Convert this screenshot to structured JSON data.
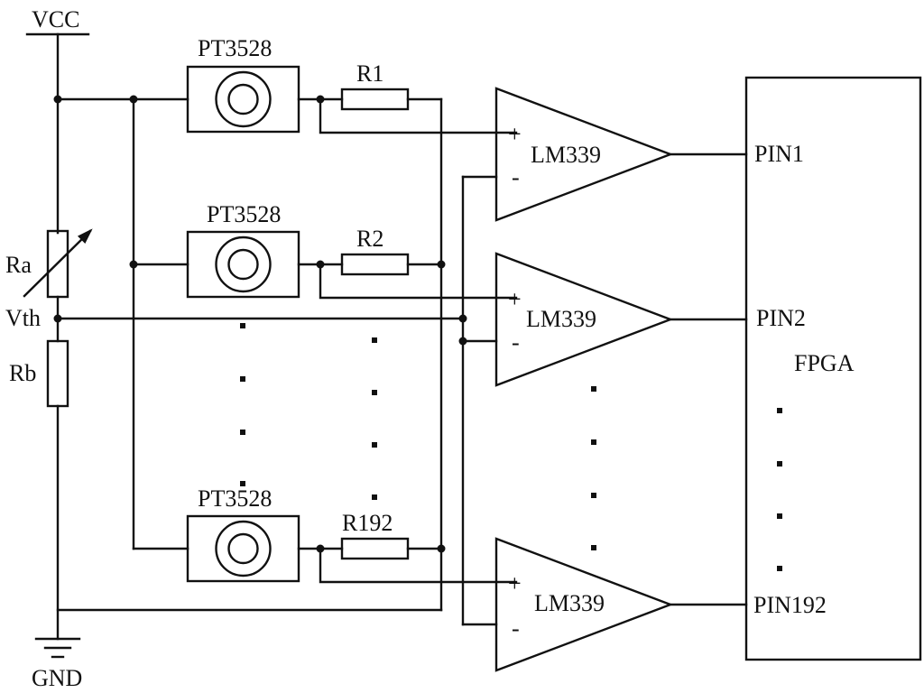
{
  "power": {
    "vcc": "VCC",
    "gnd": "GND"
  },
  "divider": {
    "ra": "Ra",
    "rb": "Rb",
    "vth": "Vth"
  },
  "sensors": [
    {
      "part": "PT3528",
      "resistor": "R1"
    },
    {
      "part": "PT3528",
      "resistor": "R2"
    },
    {
      "part": "PT3528",
      "resistor": "R192"
    }
  ],
  "comparators": [
    {
      "part": "LM339",
      "plus": "+",
      "minus": "-",
      "pin": "PIN1"
    },
    {
      "part": "LM339",
      "plus": "+",
      "minus": "-",
      "pin": "PIN2"
    },
    {
      "part": "LM339",
      "plus": "+",
      "minus": "-",
      "pin": "PIN192"
    }
  ],
  "fpga": {
    "label": "FPGA"
  }
}
